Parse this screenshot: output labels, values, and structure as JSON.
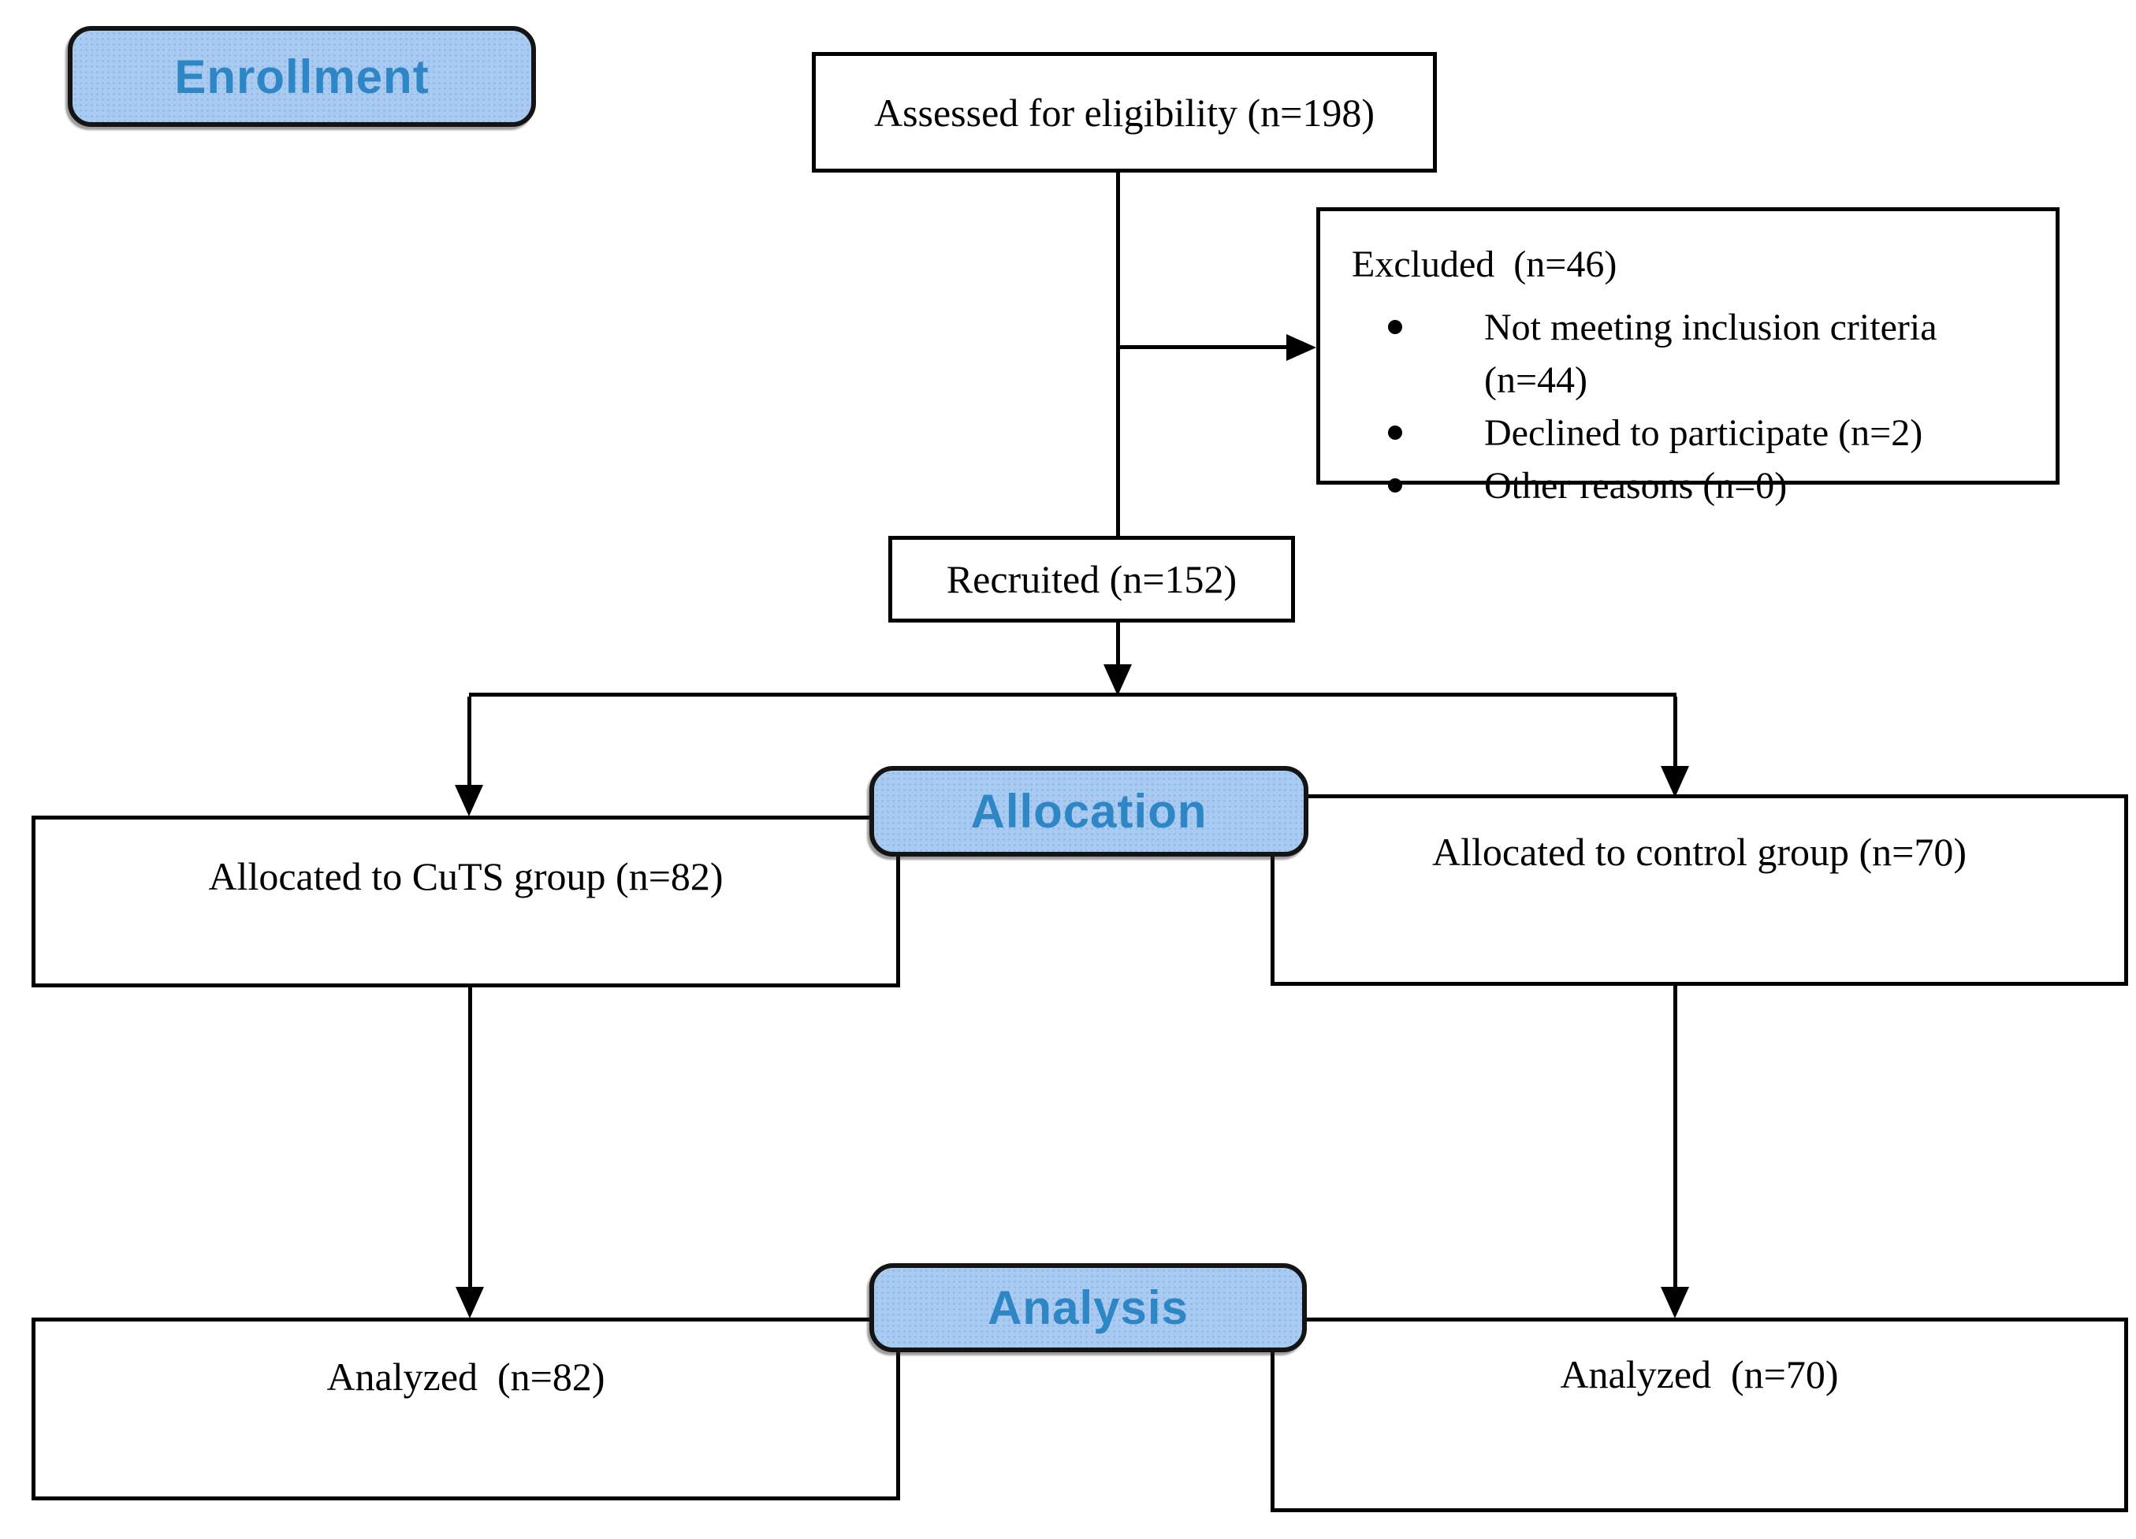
{
  "stages": {
    "enrollment": "Enrollment",
    "allocation": "Allocation",
    "analysis": "Analysis"
  },
  "nodes": {
    "assessed": "Assessed for eligibility (n=198)",
    "excluded_title": "Excluded  (n=46)",
    "excluded_bullets": [
      "Not meeting inclusion criteria (n=44)",
      "Declined to participate (n=2)",
      "Other reasons (n=0)"
    ],
    "recruited": "Recruited (n=152)",
    "allocated_left": "Allocated to CuTS group (n=82)",
    "allocated_right": "Allocated to control group (n=70)",
    "analyzed_left": "Analyzed  (n=82)",
    "analyzed_right": "Analyzed  (n=70)"
  },
  "colors": {
    "label-fill": "#a9cbf2",
    "label-dot": "#90b9e8",
    "label-text": "#2e86c4",
    "label-border": "#141414",
    "box-border": "#000000",
    "box-fill": "#ffffff",
    "line": "#000000",
    "text": "#000000",
    "bg": "#ffffff"
  }
}
